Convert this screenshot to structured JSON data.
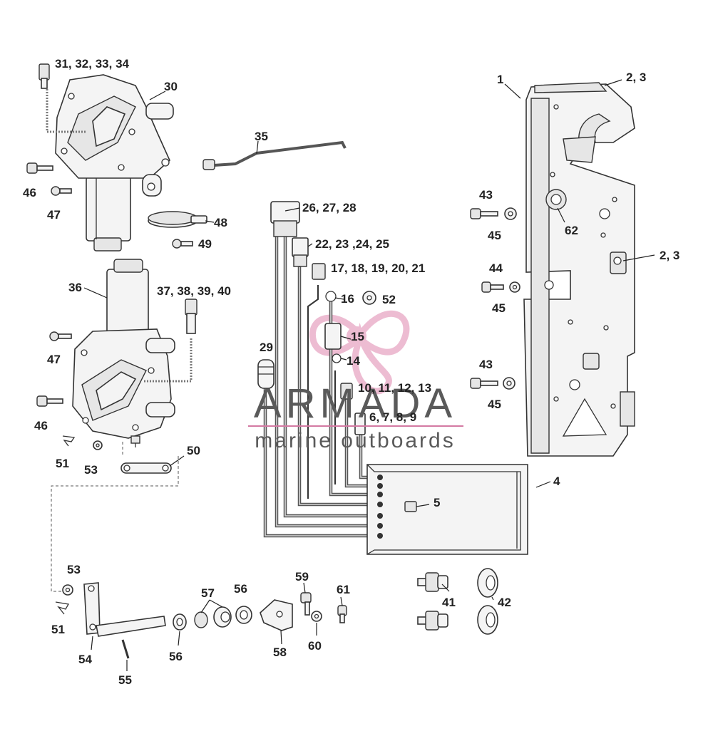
{
  "callouts": [
    {
      "id": "c1",
      "text": "1"
    },
    {
      "id": "c2",
      "text": "2, 3"
    },
    {
      "id": "c3",
      "text": "2, 3"
    },
    {
      "id": "c4",
      "text": "4"
    },
    {
      "id": "c5",
      "text": "5"
    },
    {
      "id": "c6",
      "text": "6, 7, 8, 9"
    },
    {
      "id": "c7",
      "text": "10, 11, 12, 13"
    },
    {
      "id": "c8",
      "text": "14"
    },
    {
      "id": "c9",
      "text": "15"
    },
    {
      "id": "c10",
      "text": "16"
    },
    {
      "id": "c11",
      "text": "17, 18, 19, 20, 21"
    },
    {
      "id": "c12",
      "text": "22, 23 ,24, 25"
    },
    {
      "id": "c13",
      "text": "26, 27, 28"
    },
    {
      "id": "c14",
      "text": "29"
    },
    {
      "id": "c15",
      "text": "30"
    },
    {
      "id": "c16",
      "text": "31, 32, 33, 34"
    },
    {
      "id": "c17",
      "text": "35"
    },
    {
      "id": "c18",
      "text": "36"
    },
    {
      "id": "c19",
      "text": "37, 38, 39, 40"
    },
    {
      "id": "c20",
      "text": "41"
    },
    {
      "id": "c21",
      "text": "42"
    },
    {
      "id": "c22",
      "text": "43"
    },
    {
      "id": "c23",
      "text": "43"
    },
    {
      "id": "c24",
      "text": "44"
    },
    {
      "id": "c25",
      "text": "45"
    },
    {
      "id": "c26",
      "text": "45"
    },
    {
      "id": "c27",
      "text": "45"
    },
    {
      "id": "c28",
      "text": "46"
    },
    {
      "id": "c29",
      "text": "46"
    },
    {
      "id": "c30",
      "text": "47"
    },
    {
      "id": "c31",
      "text": "47"
    },
    {
      "id": "c32",
      "text": "48"
    },
    {
      "id": "c33",
      "text": "49"
    },
    {
      "id": "c34",
      "text": "50"
    },
    {
      "id": "c35",
      "text": "51"
    },
    {
      "id": "c36",
      "text": "51"
    },
    {
      "id": "c37",
      "text": "52"
    },
    {
      "id": "c38",
      "text": "53"
    },
    {
      "id": "c39",
      "text": "53"
    },
    {
      "id": "c40",
      "text": "54"
    },
    {
      "id": "c41",
      "text": "55"
    },
    {
      "id": "c42",
      "text": "56"
    },
    {
      "id": "c43",
      "text": "56"
    },
    {
      "id": "c44",
      "text": "57"
    },
    {
      "id": "c45",
      "text": "58"
    },
    {
      "id": "c46",
      "text": "59"
    },
    {
      "id": "c47",
      "text": "60"
    },
    {
      "id": "c48",
      "text": "61"
    },
    {
      "id": "c49",
      "text": "62"
    }
  ],
  "watermark": {
    "brand": "ARMADA",
    "tagline": "marine outboards",
    "colors": {
      "logo": "#e8a6c4",
      "text": "#5a5a5a",
      "rule": "#d47aa3"
    }
  }
}
